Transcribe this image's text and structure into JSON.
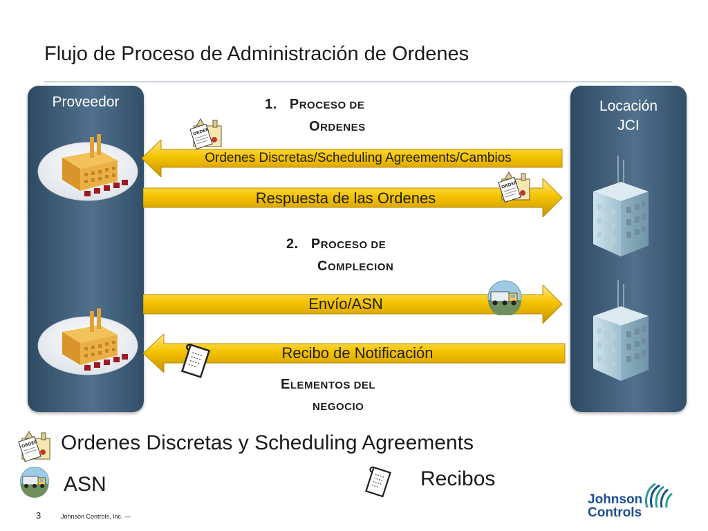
{
  "slide": {
    "title": "Flujo de Proceso de Administración de Ordenes",
    "page_number": "3",
    "footer_company": "Johnson Controls, Inc. —"
  },
  "panels": {
    "left_label": "Proveedor",
    "right_label_line1": "Locación",
    "right_label_line2": "JCI"
  },
  "sections": {
    "s1_number": "1.",
    "s1_line1_cap": "P",
    "s1_line1_rest": "ROCESO DE",
    "s1_line2_cap": "O",
    "s1_line2_rest": "RDENES",
    "s2_number": "2.",
    "s2_line1_cap": "P",
    "s2_line1_rest": "ROCESO DE",
    "s2_line2_cap": "C",
    "s2_line2_rest": "OMPLECION",
    "s3_line1_cap": "E",
    "s3_line1_rest": "LEMENTOS DEL",
    "s3_line2": "NEGOCIO"
  },
  "arrows": {
    "orders": "Ordenes Discretas/Scheduling Agreements/Cambios",
    "response": "Respuesta de las Ordenes",
    "shipment": "Envío/ASN",
    "receipt": "Recibo de Notificación"
  },
  "legend": {
    "orders": "Ordenes Discretas y Scheduling Agreements",
    "asn": "ASN",
    "receipts": "Recibos"
  },
  "order_icon_text": "ORDER",
  "logo": {
    "line1": "Johnson",
    "line2": "Controls"
  },
  "colors": {
    "arrow_gold": "#f5c400",
    "panel_blue": "#4b6985",
    "logo_blue": "#1d4f91",
    "factory_orange": "#e8a93a",
    "crate_red": "#9e1a22"
  }
}
